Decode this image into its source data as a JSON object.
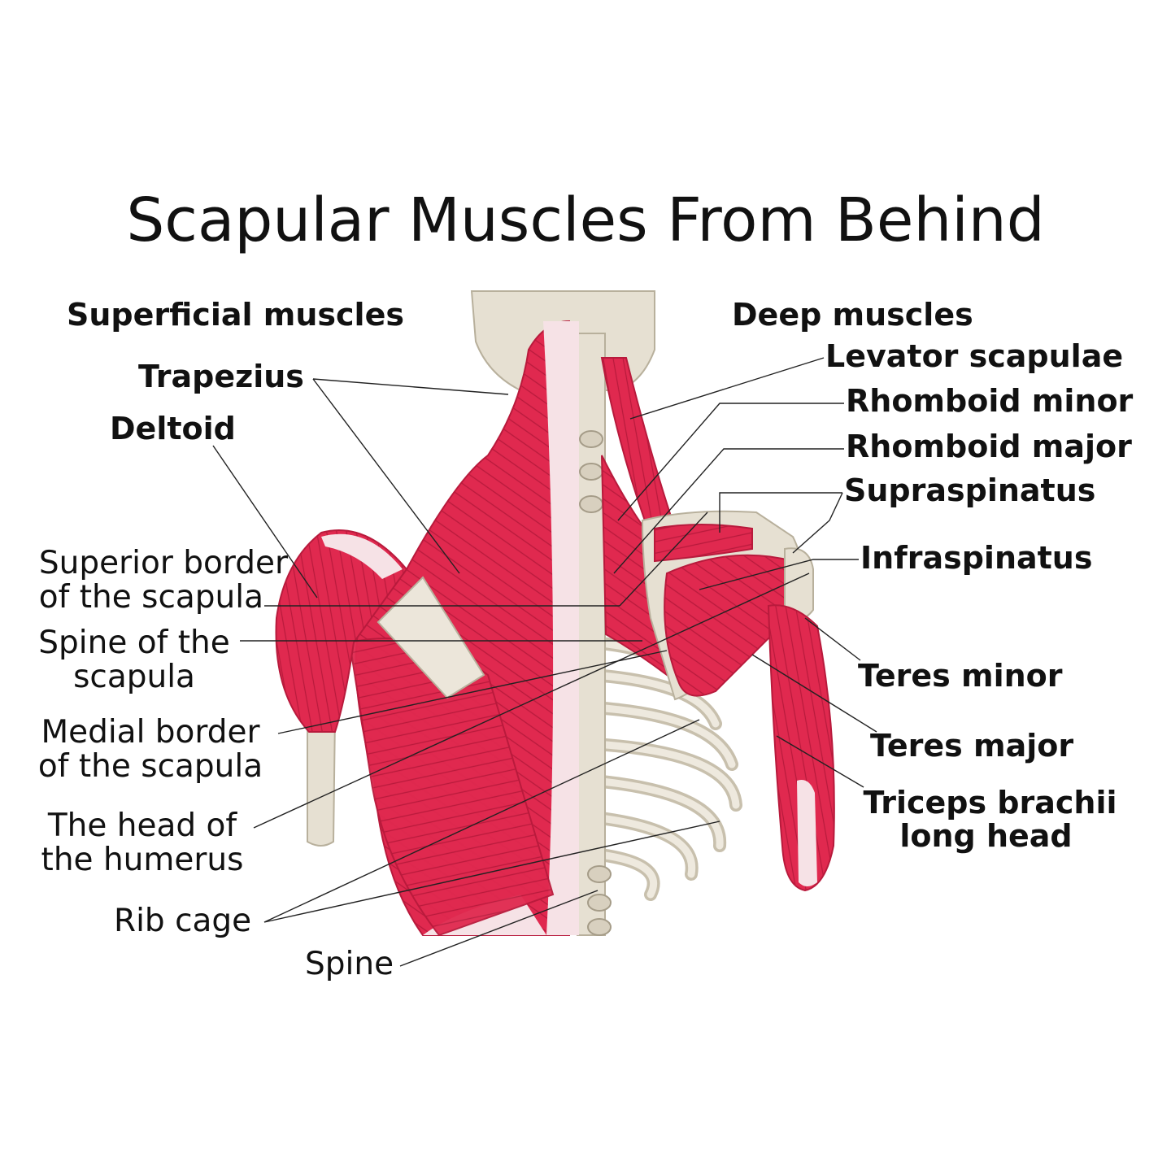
{
  "title": "Scapular Muscles From Behind",
  "headings": {
    "superficial": "Superficial muscles",
    "deep": "Deep muscles"
  },
  "labels": {
    "trapezius": "Trapezius",
    "deltoid": "Deltoid",
    "superior_border_1": "Superior border",
    "superior_border_2": "of the scapula",
    "spine_of_scapula_1": "Spine of the",
    "spine_of_scapula_2": "scapula",
    "medial_border_1": "Medial border",
    "medial_border_2": "of the scapula",
    "head_humerus_1": "The head of",
    "head_humerus_2": "the humerus",
    "rib_cage": "Rib cage",
    "spine": "Spine",
    "levator_scapulae": "Levator scapulae",
    "rhomboid_minor": "Rhomboid minor",
    "rhomboid_major": "Rhomboid major",
    "supraspinatus": "Supraspinatus",
    "infraspinatus": "Infraspinatus",
    "teres_minor": "Teres minor",
    "teres_major": "Teres major",
    "triceps_1": "Triceps brachii",
    "triceps_2": "long head"
  },
  "colors": {
    "muscle": "#e0294f",
    "muscle_dark": "#b81a3c",
    "bone": "#e6e0d2",
    "bone_shadow": "#b8b09c",
    "tendon": "#f3d9de",
    "leader_line": "#222222"
  }
}
